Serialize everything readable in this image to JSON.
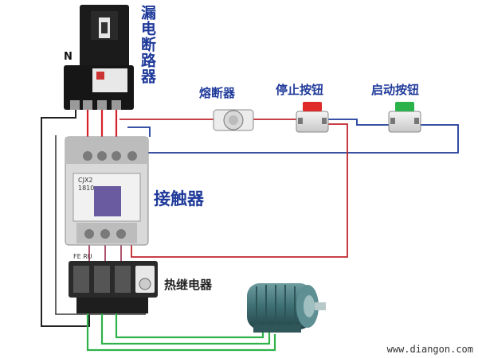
{
  "labels": {
    "breaker": "漏电断路器",
    "neutral": "N",
    "fuse": "熔断器",
    "stop_button": "停止按钮",
    "start_button": "启动按钮",
    "contactor": "接触器",
    "thermal_relay": "热继电器",
    "contactor_model": "CJX2",
    "contactor_rating": "1810",
    "relay_letters": "FE RU"
  },
  "watermark": "www.diangon.com",
  "colors": {
    "phase_red": "#d4222a",
    "control_red": "#c0262c",
    "control_blue": "#1f3a9a",
    "motor_green": "#2fb24a",
    "neutral_black": "#222222",
    "label_blue": "#1f3a9a",
    "stop_cap": "#e02a2a",
    "start_cap": "#2bb24a",
    "motor_body": "#3e6f73"
  }
}
